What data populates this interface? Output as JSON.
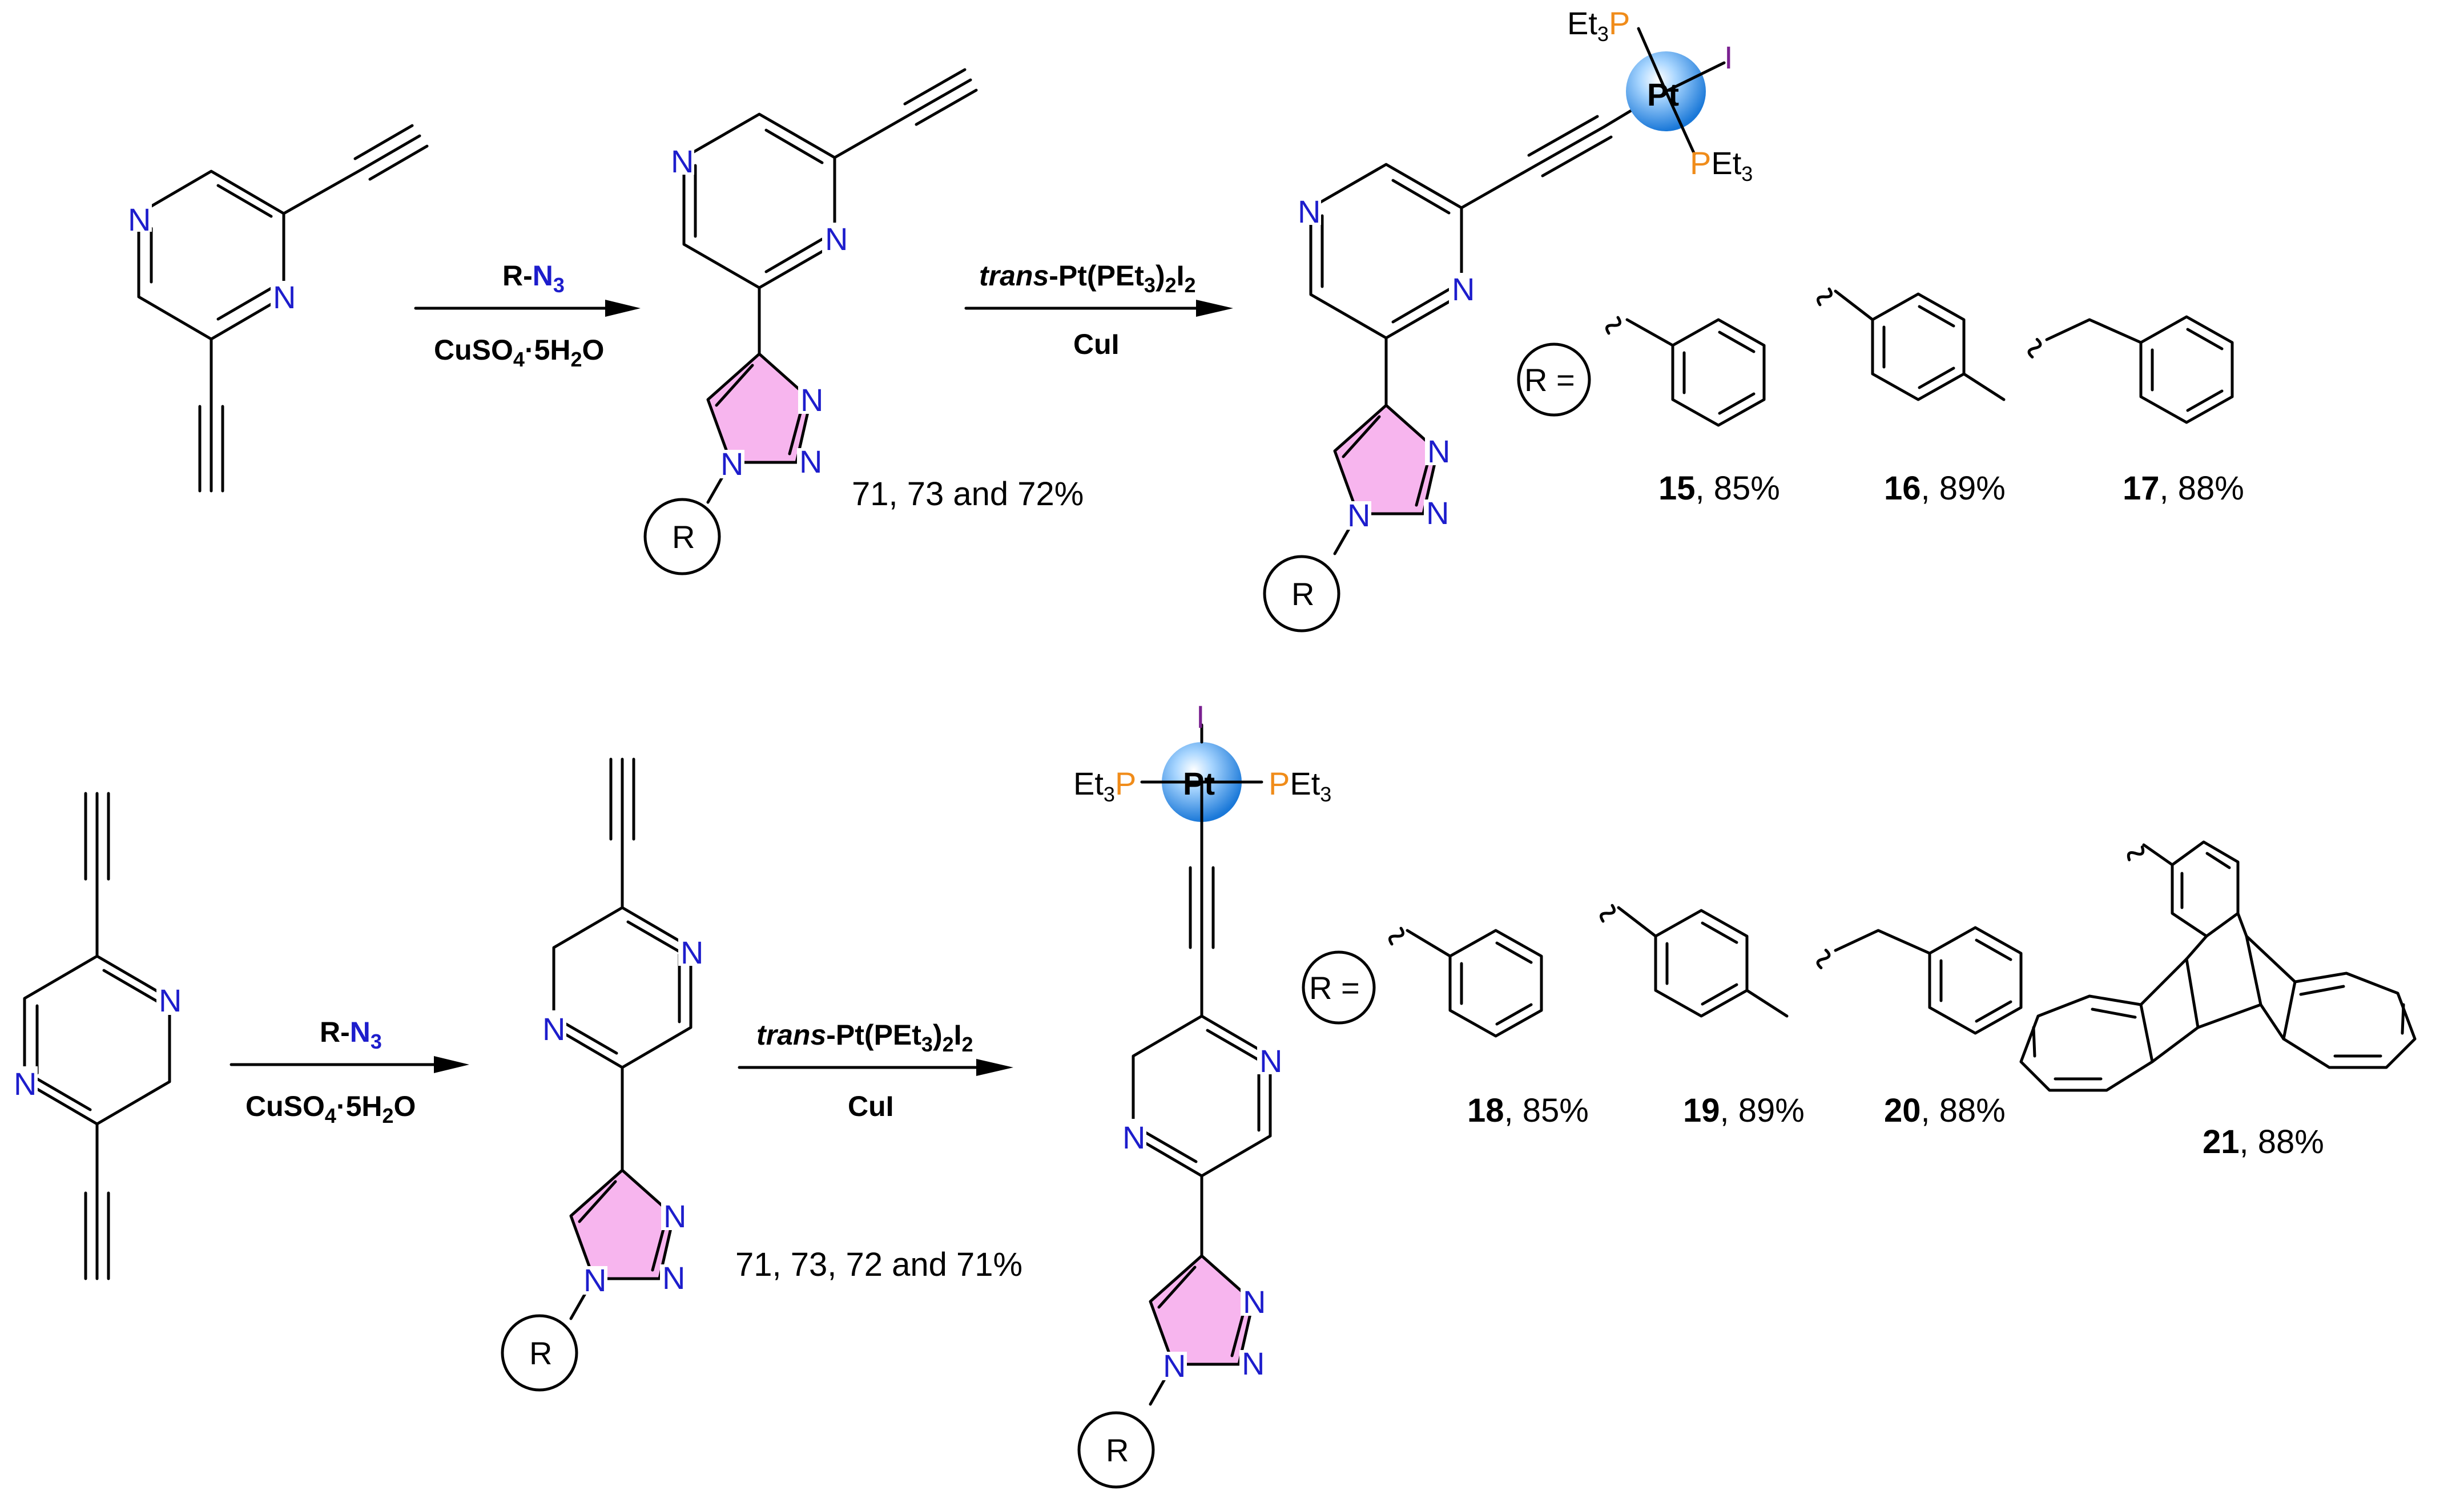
{
  "atoms": {
    "N": "N",
    "Pt": "Pt",
    "I": "I",
    "P": "P",
    "Et3": "Et",
    "Et3_sub": "3",
    "PEt3_P": "P",
    "PEt3_Et": "Et",
    "PEt3_sub": "3",
    "R": "R"
  },
  "top_row": {
    "step1": {
      "reagent_prefix": "R-",
      "reagent_N": "N",
      "reagent_sub": "3",
      "catalyst_a": "CuSO",
      "catalyst_sub4": "4",
      "catalyst_b": "·5H",
      "catalyst_sub2": "2",
      "catalyst_c": "O"
    },
    "intermediate_yield": "71, 73 and 72%",
    "step2": {
      "trans": "trans",
      "reagent_rest": "-Pt(PEt",
      "sub3": "3",
      "mid": ")",
      "sub2a": "2",
      "iodide": "I",
      "sub2b": "2",
      "cocatalyst": "CuI"
    },
    "r_label": "R =",
    "products": [
      {
        "number": "15",
        "yield": ", 85%"
      },
      {
        "number": "16",
        "yield": ", 89%"
      },
      {
        "number": "17",
        "yield": ", 88%"
      }
    ]
  },
  "bottom_row": {
    "intermediate_yield": "71, 73, 72 and 71%",
    "r_label": "R =",
    "products": [
      {
        "number": "18",
        "yield": ", 85%"
      },
      {
        "number": "19",
        "yield": ", 89%"
      },
      {
        "number": "20",
        "yield": ", 88%"
      },
      {
        "number": "21",
        "yield": ", 88%"
      }
    ]
  },
  "colors": {
    "nitrogen": "#1d1dcc",
    "phosphorus": "#f08c1a",
    "iodine": "#7a2090",
    "triazole_fill": "#f7b5ee",
    "platinum_sphere": "#2f8fe6"
  }
}
